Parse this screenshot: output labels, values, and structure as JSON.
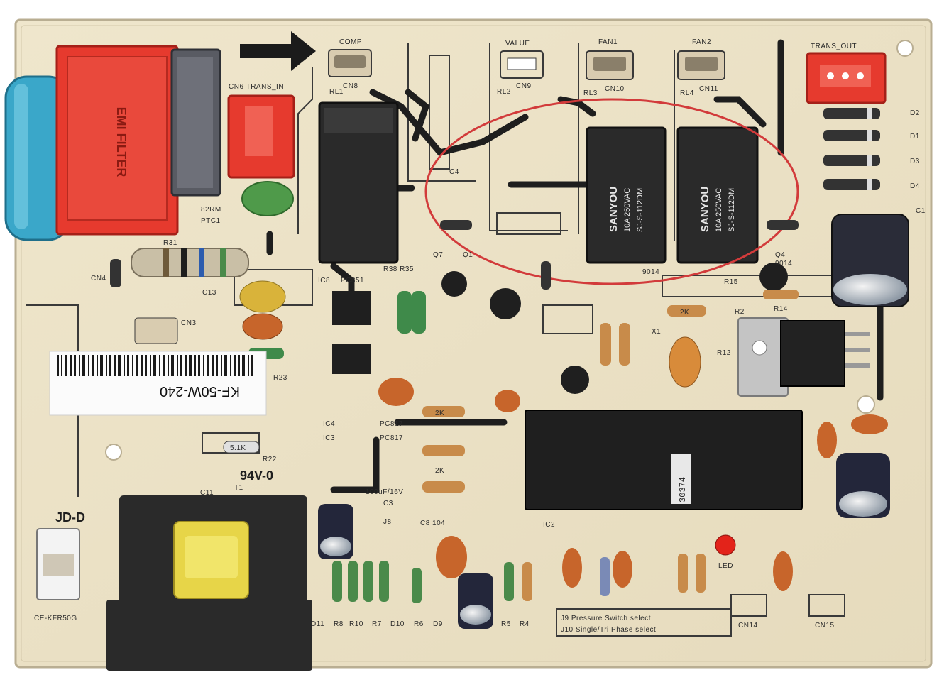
{
  "board": {
    "model_label": "KF-50W-240",
    "rating_mark": "94V-0",
    "maker_mark": "JD-D",
    "cc_label": "CE-KFR50G"
  },
  "connectors": {
    "comp": "COMP",
    "cn8": "CN8",
    "value": "VALUE",
    "cn9": "CN9",
    "fan1": "FAN1",
    "cn10": "CN10",
    "fan2": "FAN2",
    "cn11": "CN11",
    "trans_out": "TRANS_OUT",
    "trans_in": "CN6 TRANS_IN",
    "cn3": "CN3",
    "cn14": "CN14",
    "cn15": "CN15"
  },
  "relays": {
    "rl1": "RL1",
    "rl2": "RL2",
    "rl3": "RL3",
    "rl4": "RL4",
    "brand": "SANYOU",
    "rating": "10A 250VAC",
    "part": "SJ-S-112DM"
  },
  "components": {
    "ptc": "PTC1",
    "ptc_val": "82RM",
    "r31": "R31",
    "ic8": "IC8",
    "pc851": "PC851",
    "r38r35": "R38 R35",
    "d2": "D2",
    "d1": "D1",
    "d3": "D3",
    "d4": "D4",
    "c1": "C1",
    "c3": "C3",
    "c4": "C4",
    "c11": "C11",
    "c13": "C13",
    "r22": "R22",
    "r23": "R23",
    "r51k": "5.1K",
    "r2k_a": "2K",
    "r2k_b": "2K",
    "r2k_c": "2K",
    "pc817a": "PC817",
    "pc817b": "PC817",
    "ic3": "IC3",
    "ic4": "IC4",
    "ic2": "IC2",
    "c8": "C8 104",
    "c3val": "100uF/16V",
    "j8": "J8",
    "j9_text": "J9  Pressure Switch select",
    "j10_text": "J10  Single/Tri Phase select",
    "d11": "D11",
    "r8": "R8",
    "r10": "R10",
    "r7": "R7",
    "d10": "D10",
    "r6": "R6",
    "d9": "D9",
    "r5": "R5",
    "r4": "R4",
    "q4": "Q4",
    "q4_code": "9014",
    "q7": "Q7",
    "q1": "Q1",
    "s9014": "9014",
    "r15": "R15",
    "r14": "R14",
    "r2": "R2",
    "r12": "R12",
    "x1": "X1",
    "led": "LED",
    "ic_chip": "30374",
    "cn4": "CN4",
    "t1": "T1"
  },
  "annotation": {
    "highlight_color": "#d23b3b"
  },
  "colors": {
    "board": "#ece2c6",
    "silkscreen": "#2b2b2b",
    "relay": "#2a2a2a",
    "connector_red": "#e63a2e",
    "capacitor_blue": "#3aa7c9",
    "transformer_yellow": "#e7d548"
  }
}
